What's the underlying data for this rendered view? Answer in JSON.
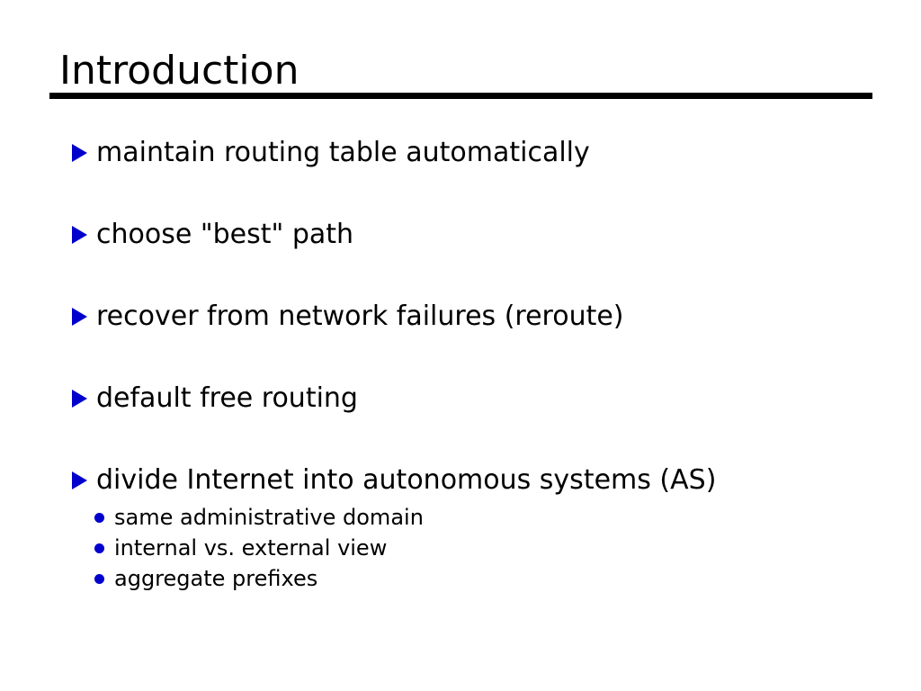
{
  "title": {
    "text": "Introduction"
  },
  "colors": {
    "background": "#ffffff",
    "text": "#000000",
    "rule": "#000000",
    "bullet_accent": "#0000cc"
  },
  "bullets": {
    "items": [
      {
        "text": "maintain routing table automatically"
      },
      {
        "text": "choose \"best\" path"
      },
      {
        "text": "recover from network failures (reroute)"
      },
      {
        "text": "default free routing"
      },
      {
        "text": "divide Internet into autonomous systems (AS)"
      }
    ],
    "sub_items": [
      {
        "text": "same administrative domain"
      },
      {
        "text": "internal vs. external view"
      },
      {
        "text": "aggregate prefixes"
      }
    ]
  }
}
